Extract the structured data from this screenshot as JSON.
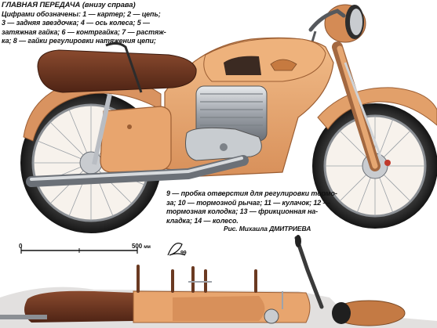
{
  "caption_top": {
    "lines": [
      "ГЛАВНАЯ ПЕРЕДАЧА (внизу справа)",
      "Цифрами обозначены: 1 — картер; 2 — цепь;",
      "3 — задняя звездочка; 4 — ось колеса; 5 —",
      "затяжная гайка; 6 — контргайка; 7 — растяж-",
      "ка; 8 — гайки регулировки натяжения цепи;"
    ]
  },
  "caption_bottom": {
    "lines": [
      "9 — пробка отверстия для регулировки тормо-",
      "за; 10 — тормозной рычаг; 11 — кулачок; 12 —",
      "тормозная колодка; 13 — фрикционная на-",
      "кладка; 14 — колесо."
    ]
  },
  "credit": "Рис. Михаила ДМИТРИЕВА",
  "scale": {
    "zero": "0",
    "max": "500",
    "unit": "мм"
  },
  "signature_year": "99",
  "colors": {
    "body_orange": "#e8a56e",
    "body_dark": "#c47a44",
    "seat": "#6e3a24",
    "chrome": "#b9bdc3",
    "tire": "#2a2a2a"
  }
}
